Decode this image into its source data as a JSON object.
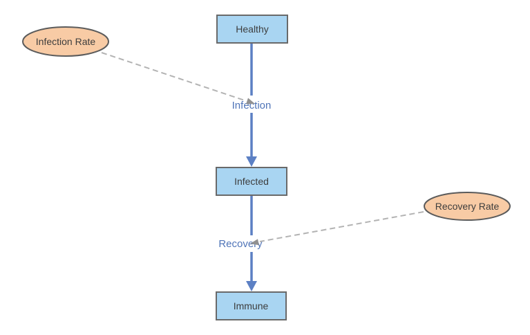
{
  "diagram": {
    "type": "stock-and-flow",
    "background": "#FFFFFF",
    "nodes": {
      "healthy": {
        "label": "Healthy",
        "shape": "rectangle"
      },
      "infected": {
        "label": "Infected",
        "shape": "rectangle"
      },
      "immune": {
        "label": "Immune",
        "shape": "rectangle"
      },
      "infection_rate": {
        "label": "Infection Rate",
        "shape": "ellipse"
      },
      "recovery_rate": {
        "label": "Recovery Rate",
        "shape": "ellipse"
      }
    },
    "flows": {
      "infection": {
        "label": "Infection",
        "from": "healthy",
        "to": "infected"
      },
      "recovery": {
        "label": "Recovery",
        "from": "infected",
        "to": "immune"
      }
    },
    "connectors": {
      "infection_rate_to_infection": {
        "from": "infection_rate",
        "to": "infection",
        "style": "dashed"
      },
      "recovery_rate_to_recovery": {
        "from": "recovery_rate",
        "to": "recovery",
        "style": "dashed"
      }
    },
    "colors": {
      "stock_fill": "#A9D5F2",
      "stock_stroke": "#696969",
      "variable_fill": "#F8CBA5",
      "variable_stroke": "#5B5B5B",
      "flow_line": "#5C80C4",
      "flow_label": "#4F74B8",
      "node_text": "#3D3D3D",
      "connector_line": "#B3B3B3",
      "connector_arrow": "#919191"
    }
  }
}
